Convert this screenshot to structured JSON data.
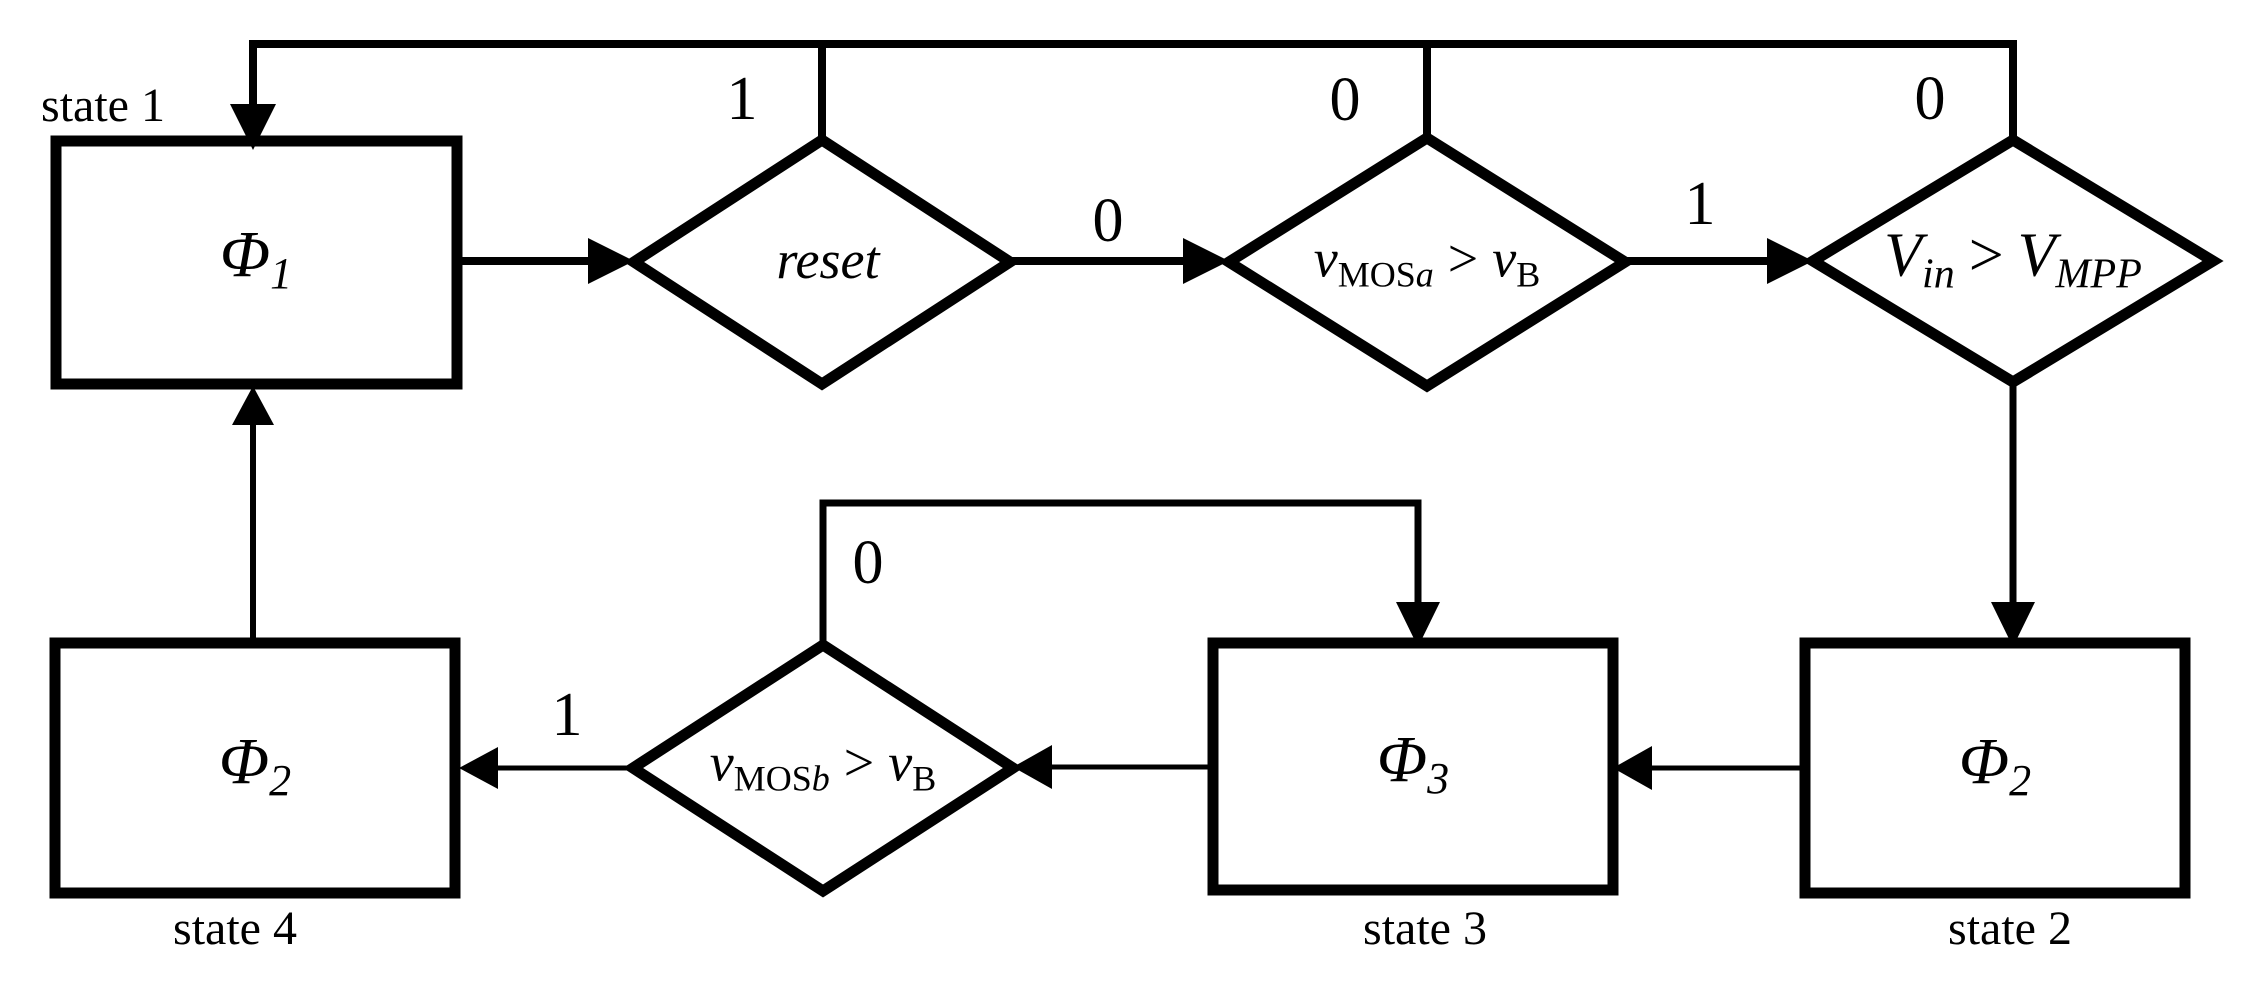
{
  "diagram": {
    "states": [
      {
        "name": "state 1",
        "phase": "Φ",
        "phase_sub": "1"
      },
      {
        "name": "state 2",
        "phase": "Φ",
        "phase_sub": "2"
      },
      {
        "name": "state 3",
        "phase": "Φ",
        "phase_sub": "3"
      },
      {
        "name": "state 4",
        "phase": "Φ",
        "phase_sub": "2"
      }
    ],
    "decisions": [
      {
        "id": "reset",
        "text": "reset"
      },
      {
        "id": "vmosa-gt-vb",
        "lhs": "v",
        "lhs_sub": "MOS",
        "lhs_sub_it": "a",
        "op": ">",
        "rhs": "v",
        "rhs_sub": "B",
        "rhs_sub_it": ""
      },
      {
        "id": "vin-gt-vmpp",
        "lhs": "V",
        "lhs_sub": "",
        "lhs_sub_it": "in",
        "op": ">",
        "rhs": "V",
        "rhs_sub": "",
        "rhs_sub_it": "MPP"
      },
      {
        "id": "vmosb-gt-vb",
        "lhs": "v",
        "lhs_sub": "MOS",
        "lhs_sub_it": "b",
        "op": ">",
        "rhs": "v",
        "rhs_sub": "B",
        "rhs_sub_it": ""
      }
    ],
    "branch_labels": {
      "reset_true": "1",
      "reset_false": "0",
      "vmosa_false": "0",
      "vmosa_true": "1",
      "vin_false": "0",
      "vmosb_false": "0",
      "vmosb_true": "1"
    },
    "colors": {
      "line": "#000000",
      "background": "#ffffff"
    }
  }
}
